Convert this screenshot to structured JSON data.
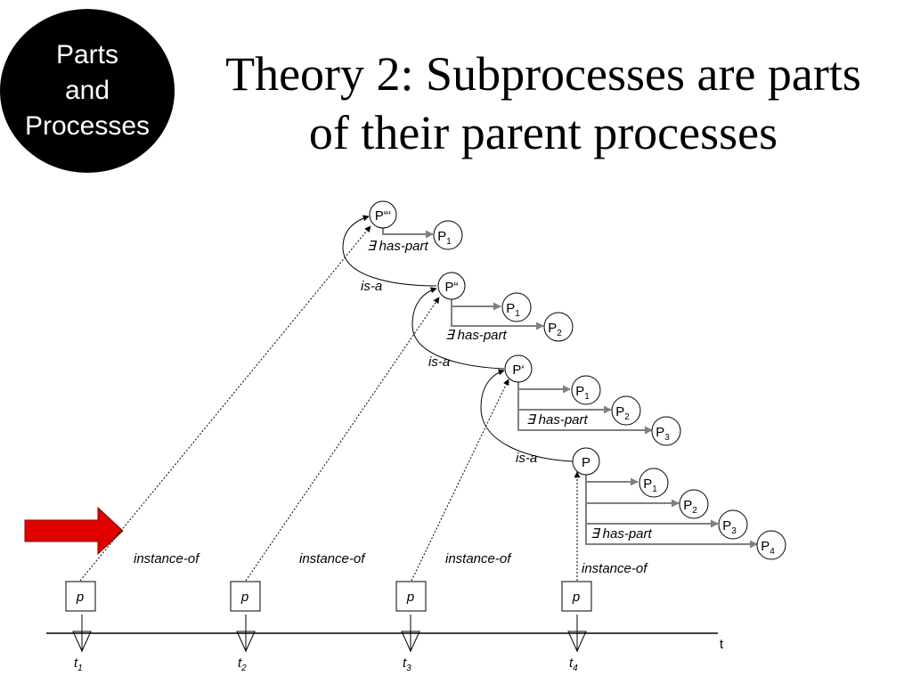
{
  "badge": {
    "line1": "Parts",
    "line2": "and",
    "line3": "Processes"
  },
  "title": {
    "line1": "Theory 2: Subprocesses are parts",
    "line2": "of their parent processes"
  },
  "diagram": {
    "process_nodes": {
      "p3": "P“‘",
      "p2": "P“",
      "p1": "P‘",
      "p0": "P"
    },
    "part_letter": "P",
    "has_part_label": "∃ has-part",
    "is_a_label": "is-a",
    "instance_of_label": "instance-of",
    "instance_box_label": "p",
    "time_letter": "t",
    "axis_label": "t",
    "subscripts": {
      "s1": "1",
      "s2": "2",
      "s3": "3",
      "s4": "4"
    }
  },
  "colors": {
    "arrow_fill": "#e00000",
    "arrow_stroke": "#8b0000",
    "part_arrow": "#808080",
    "line": "#000000"
  }
}
